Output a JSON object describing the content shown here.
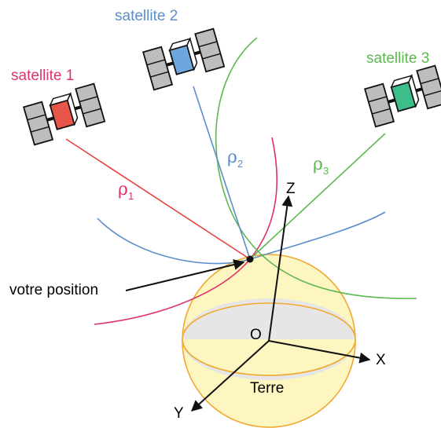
{
  "colors": {
    "sat1": "#e0336a",
    "sat1_line": "#e8423c",
    "sat2": "#5b8ec9",
    "sat3": "#5cb84f",
    "earth_fill": "#fdf6c0",
    "earth_stroke": "#f0a830",
    "equator_fill": "#e6e6e6",
    "panel": "#bdbdbd",
    "black": "#111111"
  },
  "satellites": [
    {
      "label": "satellite 1",
      "body_icon": "satellite-icon",
      "body_color": "#e8564a"
    },
    {
      "label": "satellite 2",
      "body_icon": "satellite-icon",
      "body_color": "#6ea7dd"
    },
    {
      "label": "satellite 3",
      "body_icon": "satellite-icon",
      "body_color": "#3dbd8a"
    }
  ],
  "ranges": [
    {
      "symbol": "ρ",
      "index": "1"
    },
    {
      "symbol": "ρ",
      "index": "2"
    },
    {
      "symbol": "ρ",
      "index": "3"
    }
  ],
  "position_label": "votre position",
  "earth_label": "Terre",
  "axes": {
    "origin": "O",
    "x": "X",
    "y": "Y",
    "z": "Z"
  }
}
